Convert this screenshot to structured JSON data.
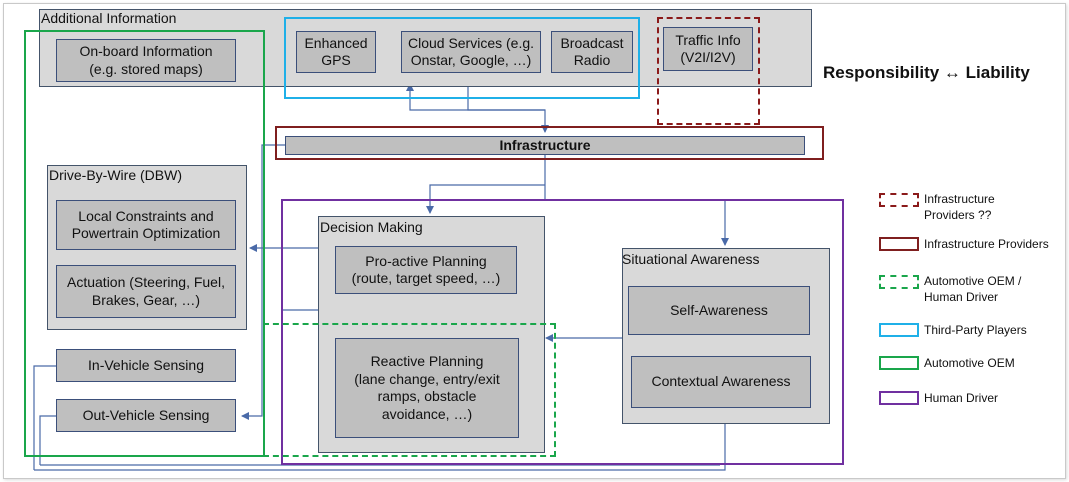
{
  "colors": {
    "infrastructure_tentative": "#8b1a1a",
    "infrastructure": "#7f1f1f",
    "automotive_oem_or_driver": "#1aa64b",
    "third_party": "#1fb0e8",
    "automotive_oem": "#1aa64b",
    "human_driver": "#7030a0",
    "arrow": "#4a6aa8"
  },
  "additional_information": {
    "title": "Additional Information",
    "onboard": "On-board Information\n(e.g. stored maps)",
    "gps": "Enhanced\nGPS",
    "cloud": "Cloud Services (e.g.\nOnstar, Google, …)",
    "radio": "Broadcast\nRadio",
    "traffic": "Traffic Info\n(V2I/I2V)"
  },
  "headline": "Responsibility ↔ Liability",
  "infrastructure": {
    "label": "Infrastructure"
  },
  "dbw": {
    "title": "Drive-By-Wire (DBW)",
    "local_constraints": "Local Constraints and\nPowertrain Optimization",
    "actuation": "Actuation (Steering, Fuel,\nBrakes, Gear, …)"
  },
  "sensing": {
    "in_vehicle": "In-Vehicle Sensing",
    "out_vehicle": "Out-Vehicle Sensing"
  },
  "decision_making": {
    "title": "Decision Making",
    "proactive": "Pro-active Planning\n(route, target speed, …)",
    "reactive": "Reactive Planning\n(lane change, entry/exit\nramps, obstacle\navoidance, …)"
  },
  "situational_awareness": {
    "title": "Situational Awareness",
    "self": "Self-Awareness",
    "contextual": "Contextual Awareness"
  },
  "legend": [
    {
      "label": "Infrastructure\nProviders ??",
      "style": "dashed",
      "color": "#8b1a1a"
    },
    {
      "label": "Infrastructure Providers",
      "style": "solid",
      "color": "#7f1f1f"
    },
    {
      "label": "Automotive OEM /\nHuman Driver",
      "style": "dashed",
      "color": "#1aa64b"
    },
    {
      "label": "Third-Party Players",
      "style": "solid",
      "color": "#1fb0e8"
    },
    {
      "label": "Automotive OEM",
      "style": "solid",
      "color": "#1aa64b"
    },
    {
      "label": "Human Driver",
      "style": "solid",
      "color": "#7030a0"
    }
  ]
}
